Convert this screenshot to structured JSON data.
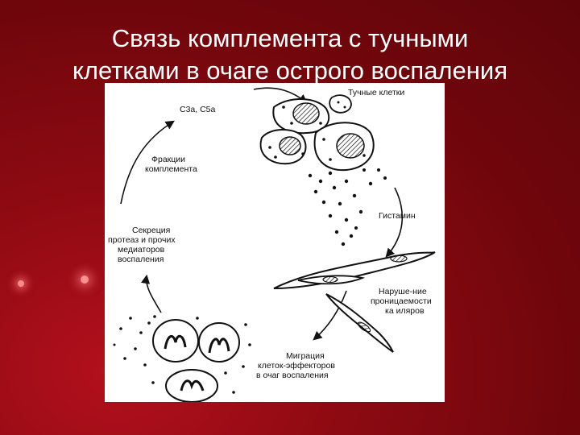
{
  "title": {
    "line1": "Связь комплемента с тучными",
    "line2": "клетками в очаге острого воспаления"
  },
  "diagram": {
    "mast_cells": "Тучные клетки",
    "c3a_c5a": "С3а, С5а",
    "fractions_1": "Фракции",
    "fractions_2": "комплемента",
    "histamine": "Гистамин",
    "permeability_1": "Наруше-ние",
    "permeability_2": "проницаемости",
    "permeability_3": "ка иляров",
    "migration_1": "Миграция",
    "migration_2": "клеток-эффекторов",
    "migration_3": "в очаг воспаления",
    "secretion_1": "Секреция",
    "secretion_2": "протеаз и прочих",
    "secretion_3": "медиаторов",
    "secretion_4": "воспаления"
  },
  "colors": {
    "background": "#8e0a12",
    "title_text": "#ffffff",
    "figure_bg": "#ffffff",
    "ink": "#111111"
  }
}
